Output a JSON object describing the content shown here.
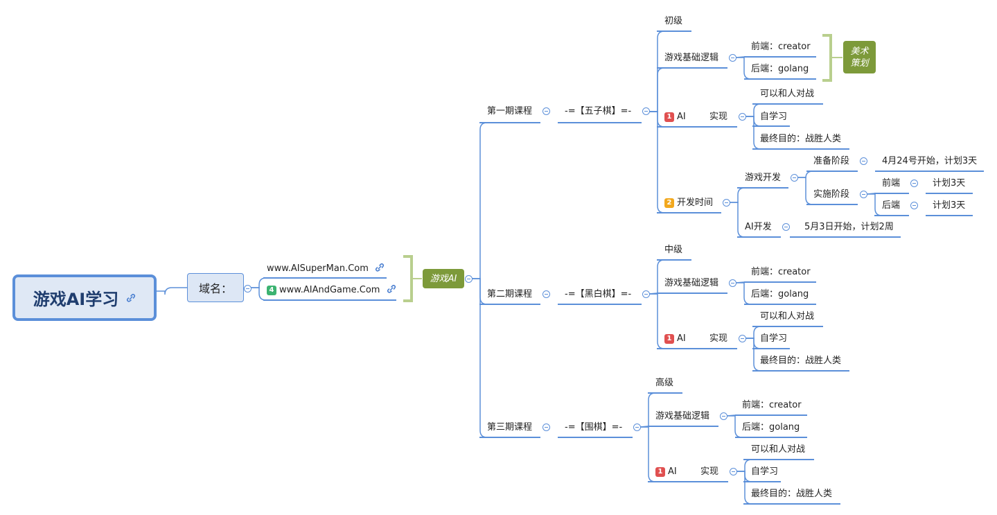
{
  "root": {
    "label": "游戏AI学习",
    "icon": "link-icon"
  },
  "domain": {
    "label": "域名：",
    "urls": [
      {
        "label": "www.AISuperMan.Com",
        "icon": "link-icon"
      },
      {
        "label": "www.AIAndGame.Com",
        "badge": "4",
        "badge_color": "#3cb371",
        "icon": "link-icon"
      }
    ],
    "group_label": "游戏AI"
  },
  "courses": [
    {
      "label": "第一期课程",
      "game": "-=【五子棋】=-",
      "level": "初级",
      "logic": {
        "label": "游戏基础逻辑",
        "front": "前端：creator",
        "back": "后端：golang",
        "group_label": "美术\n策划"
      },
      "ai": {
        "badge": "1",
        "label": "AI",
        "impl": "实现",
        "items": [
          "可以和人对战",
          "自学习",
          "最终目的：战胜人类"
        ]
      },
      "dev_time": {
        "badge": "2",
        "label": "开发时间",
        "game_dev": {
          "label": "游戏开发",
          "prep": {
            "label": "准备阶段",
            "value": "4月24号开始，计划3天"
          },
          "impl": {
            "label": "实施阶段",
            "front": "前端",
            "front_value": "计划3天",
            "back": "后端",
            "back_value": "计划3天"
          }
        },
        "ai_dev": {
          "label": "AI开发",
          "value": "5月3日开始，计划2周"
        }
      }
    },
    {
      "label": "第二期课程",
      "game": "-=【黑白棋】=-",
      "level": "中级",
      "logic": {
        "label": "游戏基础逻辑",
        "front": "前端：creator",
        "back": "后端：golang"
      },
      "ai": {
        "badge": "1",
        "label": "AI",
        "impl": "实现",
        "items": [
          "可以和人对战",
          "自学习",
          "最终目的：战胜人类"
        ]
      }
    },
    {
      "label": "第三期课程",
      "game": "-=【围棋】=-",
      "level": "高级",
      "logic": {
        "label": "游戏基础逻辑",
        "front": "前端：creator",
        "back": "后端：golang"
      },
      "ai": {
        "badge": "1",
        "label": "AI",
        "impl": "实现",
        "items": [
          "可以和人对战",
          "自学习",
          "最终目的：战胜人类"
        ]
      }
    }
  ],
  "colors": {
    "line": "#5b8fd9",
    "group": "#7d9a3a",
    "bracket": "#b9cf8e",
    "badge_red": "#e05050",
    "badge_orange": "#f2a81d",
    "badge_green": "#3cb371"
  }
}
